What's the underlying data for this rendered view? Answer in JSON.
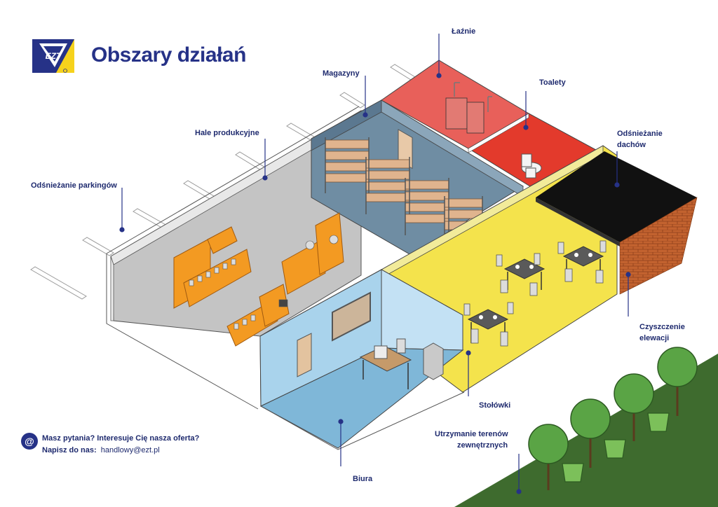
{
  "title": "Obszary działań",
  "logo_text": "EZT",
  "areas": {
    "laznie": "Łaźnie",
    "toalety": "Toalety",
    "magazyny": "Magazyny",
    "hale": "Hale produkcyjne",
    "parkingi": "Odśnieżanie parkingów",
    "dachy_1": "Odśnieżanie",
    "dachy_2": "dachów",
    "elewacje_1": "Czyszczenie",
    "elewacje_2": "elewacji",
    "stolowki": "Stołówki",
    "tereny_1": "Utrzymanie terenów",
    "tereny_2": "zewnętrznych",
    "biura": "Biura"
  },
  "contact": {
    "question": "Masz pytania?  Interesuje Cię nasza oferta?",
    "write_label": "Napisz do nas:",
    "email": "handlowy@ezt.pl",
    "icon": "at-sign-icon"
  },
  "colors": {
    "navy": "#263287",
    "yellow_brand": "#f6d21c",
    "bath": "#e8605a",
    "toilet": "#e33a2c",
    "warehouse": "#7896ad",
    "production": "#c4c4c4",
    "office": "#a9d3ec",
    "canteen": "#f4e34c",
    "roof": "#111111",
    "brick": "#c2622f",
    "grass": "#3e6b2e",
    "tree": "#5aa445",
    "machine": "#f39a22"
  }
}
